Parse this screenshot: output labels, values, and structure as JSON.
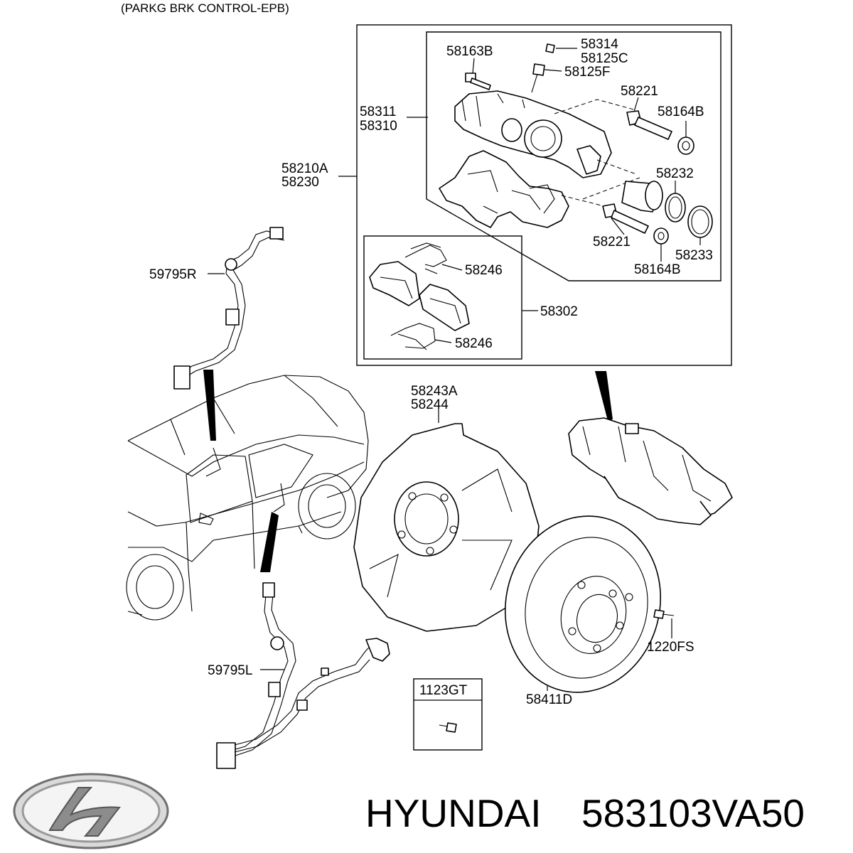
{
  "header": "(PARKG BRK CONTROL-EPB)",
  "brand": {
    "name": "HYUNDAI",
    "part_number": "583103VA50"
  },
  "logo_icon": "hyundai-logo-icon",
  "labels": {
    "l58163B": "58163B",
    "l58314": "58314",
    "l58125C": "58125C",
    "l58125F": "58125F",
    "l58221a": "58221",
    "l58164Ba": "58164B",
    "l58311": "58311",
    "l58310": "58310",
    "l58210A": "58210A",
    "l58230": "58230",
    "l58232": "58232",
    "l58221b": "58221",
    "l58233": "58233",
    "l58164Bb": "58164B",
    "l58246a": "58246",
    "l58302": "58302",
    "l58246b": "58246",
    "l59795R": "59795R",
    "l58243A": "58243A",
    "l58244": "58244",
    "l59795L": "59795L",
    "l1123GT": "1123GT",
    "l1220FS": "1220FS",
    "l58411D": "58411D"
  }
}
